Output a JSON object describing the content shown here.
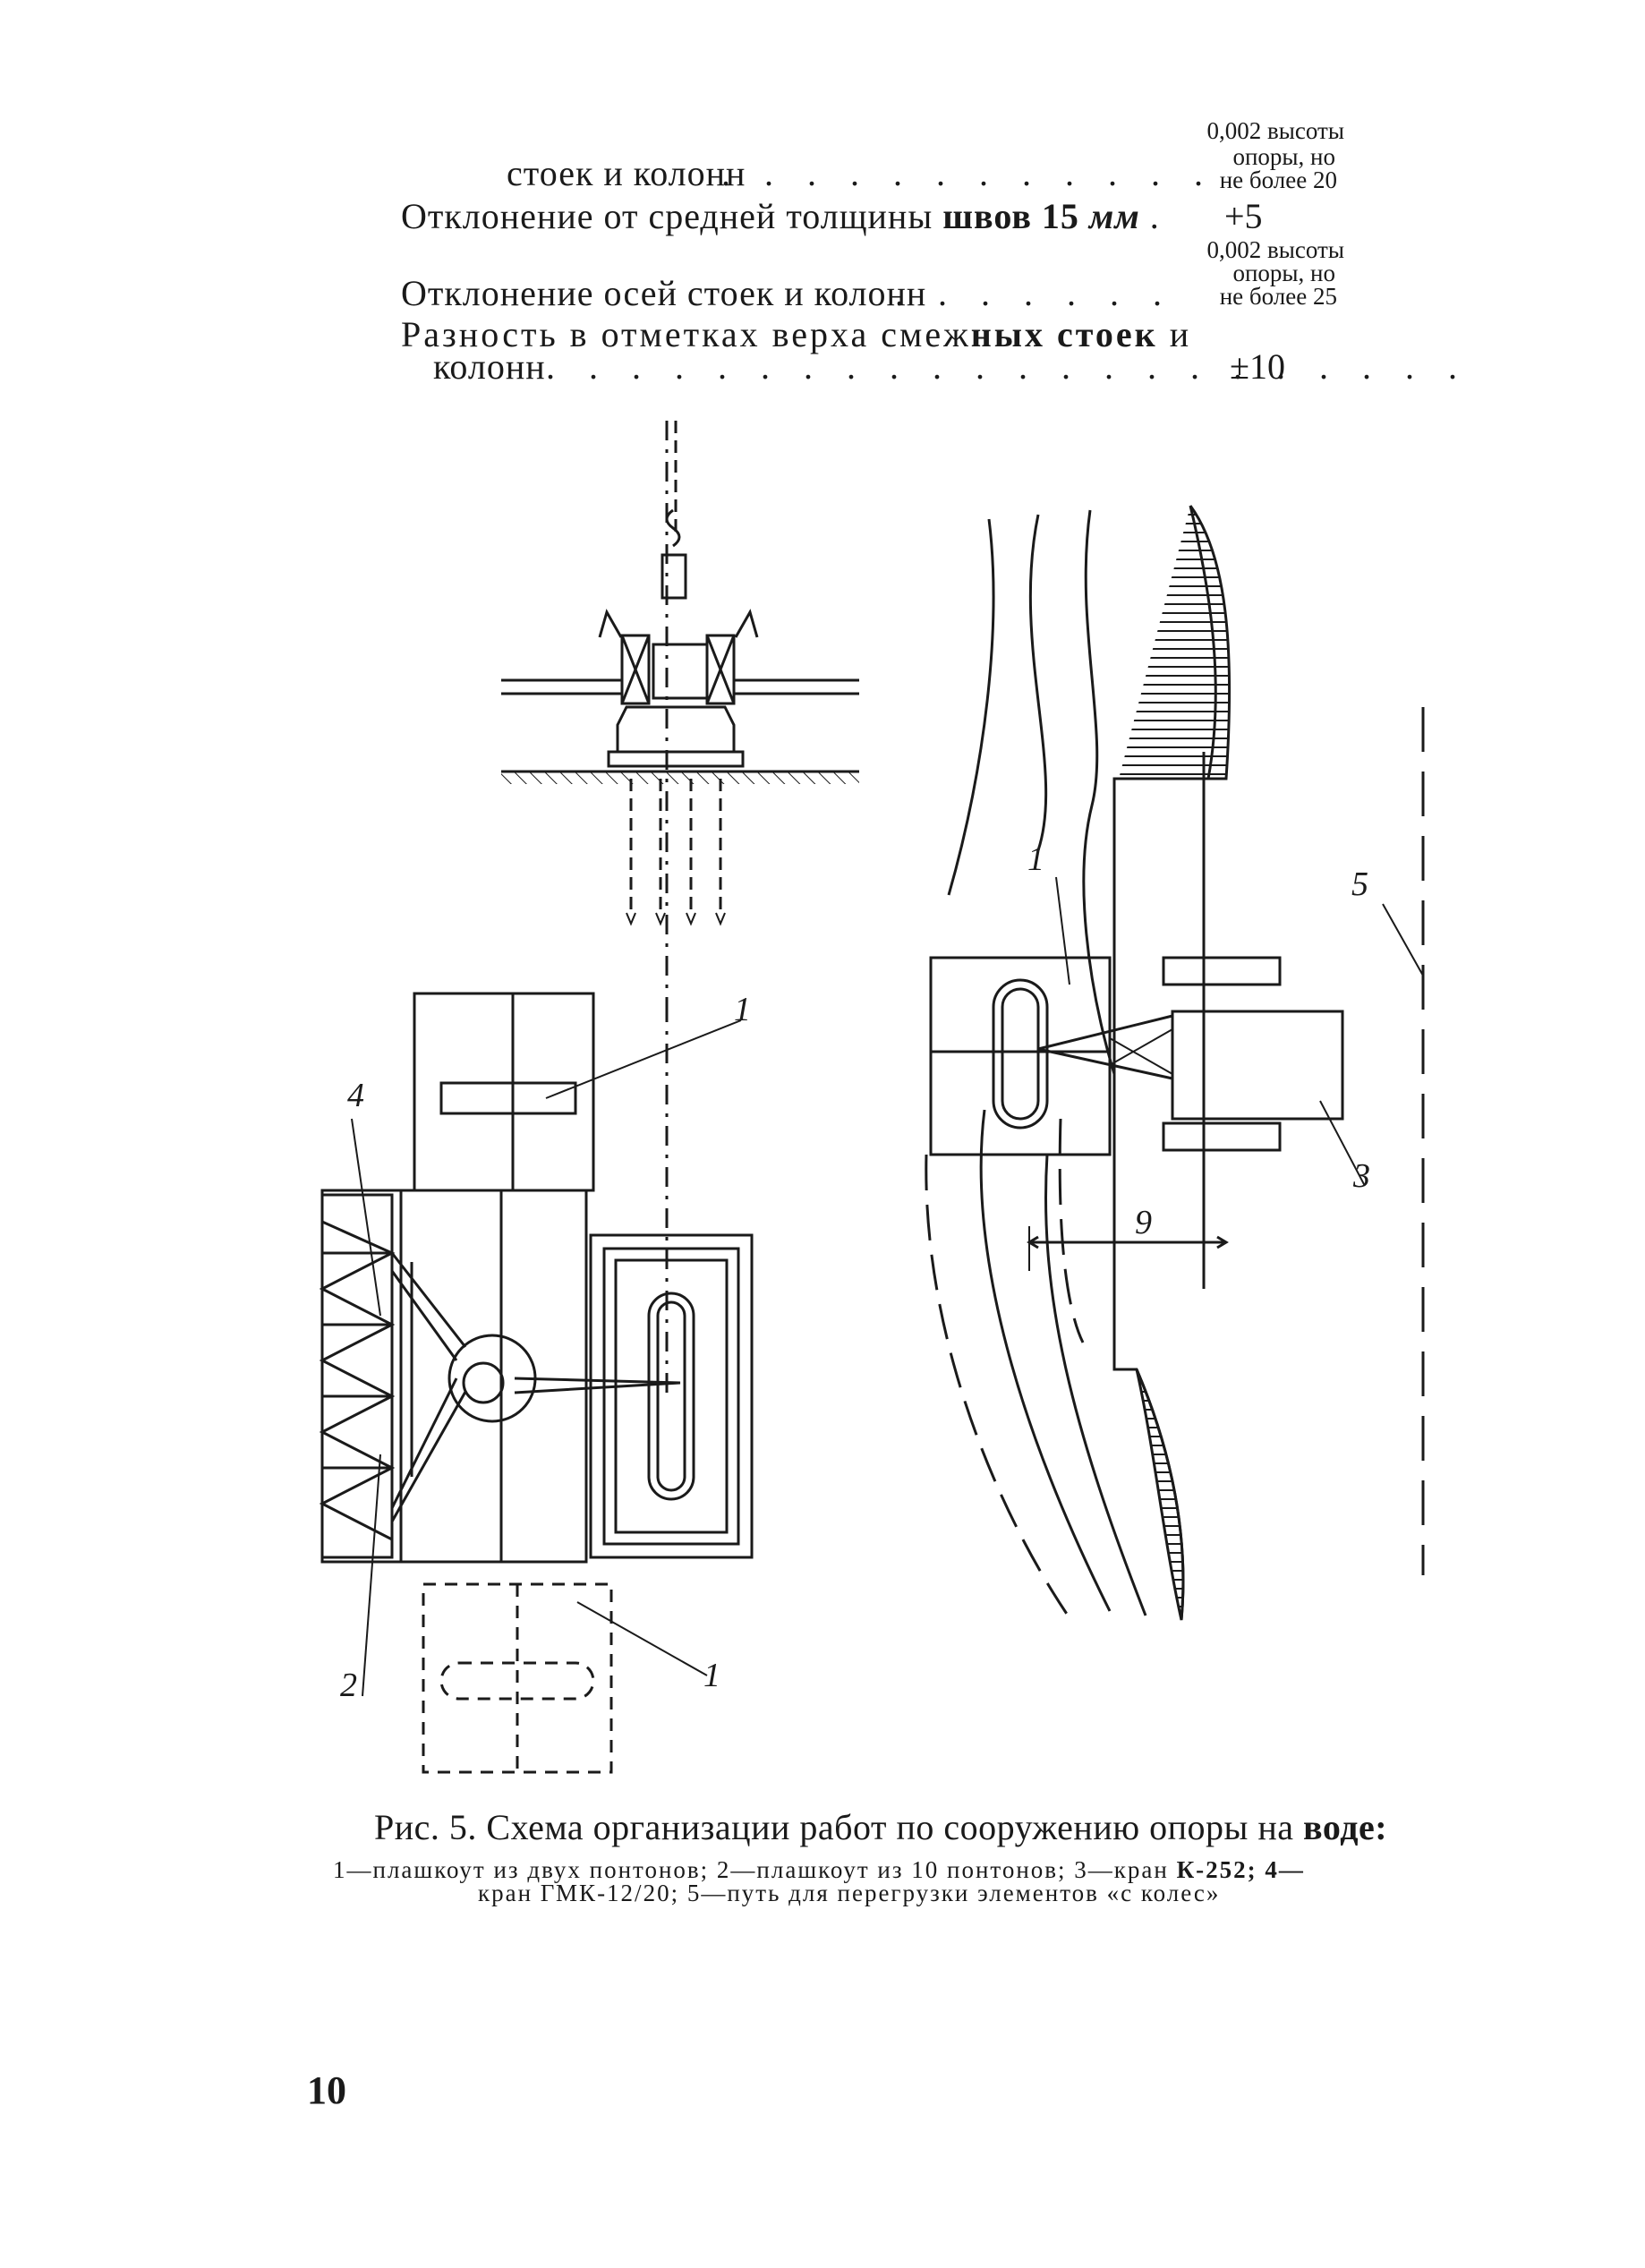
{
  "tolerances": {
    "row1": {
      "label": "стоек и колонн",
      "value_line1": "0,002 высоты",
      "value_line2": "опоры, но",
      "value_line3": "не более 20"
    },
    "row2": {
      "label_start": "Отклонение от средней толщины",
      "label_bold": "швов 15",
      "label_unit": "мм",
      "value": "+5"
    },
    "row3": {
      "label": "Отклонение осей стоек и колонн",
      "value_line1": "0,002 высоты",
      "value_line2": "опоры, но",
      "value_line3": "не более 25"
    },
    "row4": {
      "label_line1_start": "Разность в отметках верха смеж",
      "label_line1_bold": "ных стоек",
      "label_line1_end": "и",
      "label_line2": "колонн",
      "value": "±10"
    }
  },
  "figure": {
    "labels": {
      "pontoon_two": "1",
      "pontoon_ten": "2",
      "crane_k252": "3",
      "crane_gmk": "4",
      "track": "5",
      "distance": "9"
    }
  },
  "caption": {
    "title_start": "Рис. 5. Схема организации работ по сооружению опоры на",
    "title_bold": "воде:",
    "legend_line1_start": "1—плашкоут из двух понтонов; 2—плашкоут из 10 понтонов; 3—кран",
    "legend_line1_bold": "К-252; 4—",
    "legend_line2": "кран ГМК-12/20; 5—путь для перегрузки элементов «с колес»"
  },
  "page": {
    "number": "10"
  }
}
